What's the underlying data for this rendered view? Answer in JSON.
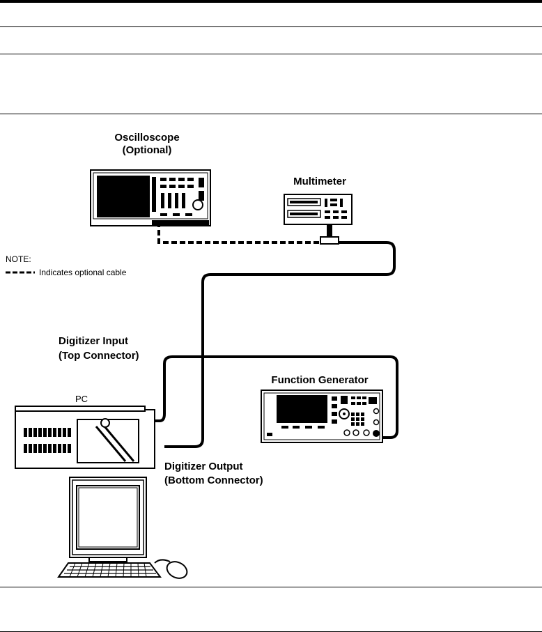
{
  "diagram": {
    "oscilloscope": {
      "title": "Oscilloscope",
      "subtitle": "(Optional)"
    },
    "multimeter": {
      "title": "Multimeter"
    },
    "note": {
      "title": "NOTE:",
      "legend": "Indicates optional cable"
    },
    "digitizer_input": {
      "line1": "Digitizer Input",
      "line2": "(Top Connector)"
    },
    "pc": {
      "label": "PC"
    },
    "function_generator": {
      "title": "Function Generator"
    },
    "digitizer_output": {
      "line1": "Digitizer Output",
      "line2": "(Bottom Connector)"
    }
  }
}
